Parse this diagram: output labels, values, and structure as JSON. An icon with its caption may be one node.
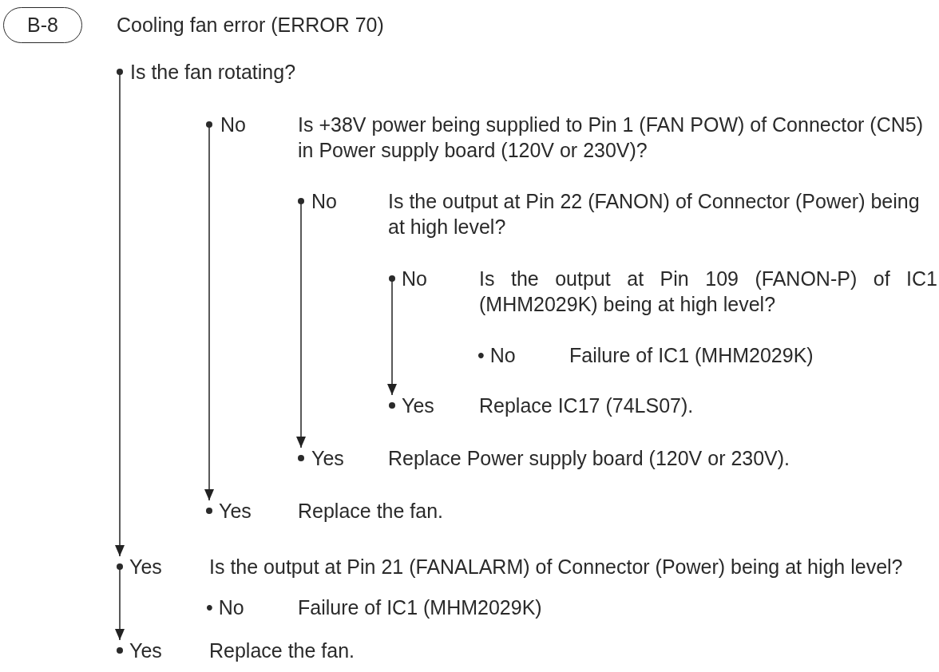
{
  "diagram": {
    "title": "Cooling fan error (ERROR 70)",
    "nodes": [
      {
        "text": [
          "B-8"
        ]
      },
      {
        "text": [
          "Is the fan rotating?"
        ]
      },
      {
        "text": [
          "No",
          "Is +38V power being supplied to Pin 1 (FAN POW) of Connector (CN5) in Power supply board (120V or 230V)?"
        ]
      },
      {
        "text": [
          "No",
          "Is the output at Pin 22 (FANON) of Connector (Power) being at high level?"
        ]
      },
      {
        "text": [
          "No",
          "Is the output at Pin 109 (FANON-P) of IC1 (MHM2029K) being at high level?"
        ]
      },
      {
        "text": [
          "Yes",
          "Replace IC17 (74LS07)."
        ]
      },
      {
        "text": [
          "Yes",
          "Replace Power supply board (120V or 230V)."
        ]
      },
      {
        "text": [
          "Yes",
          "Replace the fan."
        ]
      },
      {
        "text": [
          "Yes",
          "Is the output at Pin 21 (FANALARM) of Connector (Power) being at high level?"
        ]
      },
      {
        "text": [
          "Yes",
          "Replace the fan."
        ]
      }
    ],
    "edges": [
      {
        "from": 1,
        "to": 8,
        "arrow": "to"
      },
      {
        "from": 2,
        "to": 7,
        "arrow": "to"
      },
      {
        "from": 3,
        "to": 6,
        "arrow": "to"
      },
      {
        "from": 4,
        "to": 5,
        "arrow": "to"
      },
      {
        "from": 8,
        "to": 9,
        "arrow": "to"
      }
    ],
    "labels": [
      "• No",
      "Failure of IC1 (MHM2029K)",
      "• No",
      "Failure of IC1 (MHM2029K)"
    ]
  }
}
